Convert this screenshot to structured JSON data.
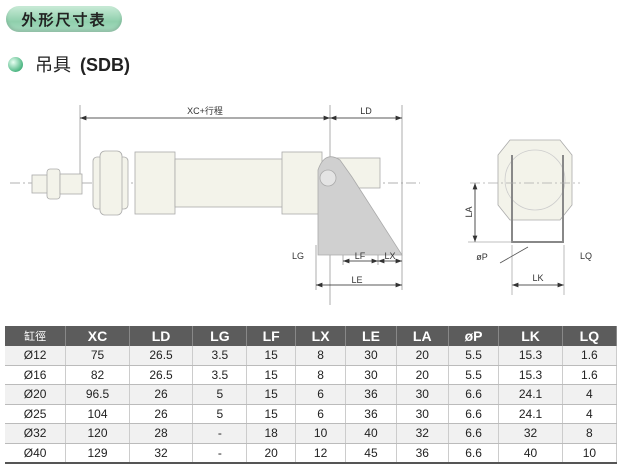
{
  "header": {
    "title": "外形尺寸表"
  },
  "section": {
    "title": "吊具",
    "code": "(SDB)"
  },
  "drawing": {
    "xc_label": "XC+行程",
    "ld": "LD",
    "lg": "LG",
    "lf": "LF",
    "lx": "LX",
    "le": "LE",
    "la": "LA",
    "op": "øP",
    "lk": "LK",
    "lq": "LQ"
  },
  "table": {
    "headers": [
      "缸徑",
      "XC",
      "LD",
      "LG",
      "LF",
      "LX",
      "LE",
      "LA",
      "øP",
      "LK",
      "LQ"
    ],
    "rows": [
      [
        "Ø12",
        "75",
        "26.5",
        "3.5",
        "15",
        "8",
        "30",
        "20",
        "5.5",
        "15.3",
        "1.6"
      ],
      [
        "Ø16",
        "82",
        "26.5",
        "3.5",
        "15",
        "8",
        "30",
        "20",
        "5.5",
        "15.3",
        "1.6"
      ],
      [
        "Ø20",
        "96.5",
        "26",
        "5",
        "15",
        "6",
        "36",
        "30",
        "6.6",
        "24.1",
        "4"
      ],
      [
        "Ø25",
        "104",
        "26",
        "5",
        "15",
        "6",
        "36",
        "30",
        "6.6",
        "24.1",
        "4"
      ],
      [
        "Ø32",
        "120",
        "28",
        "-",
        "18",
        "10",
        "40",
        "32",
        "6.6",
        "32",
        "8"
      ],
      [
        "Ø40",
        "129",
        "32",
        "-",
        "20",
        "12",
        "45",
        "36",
        "6.6",
        "40",
        "10"
      ]
    ]
  }
}
